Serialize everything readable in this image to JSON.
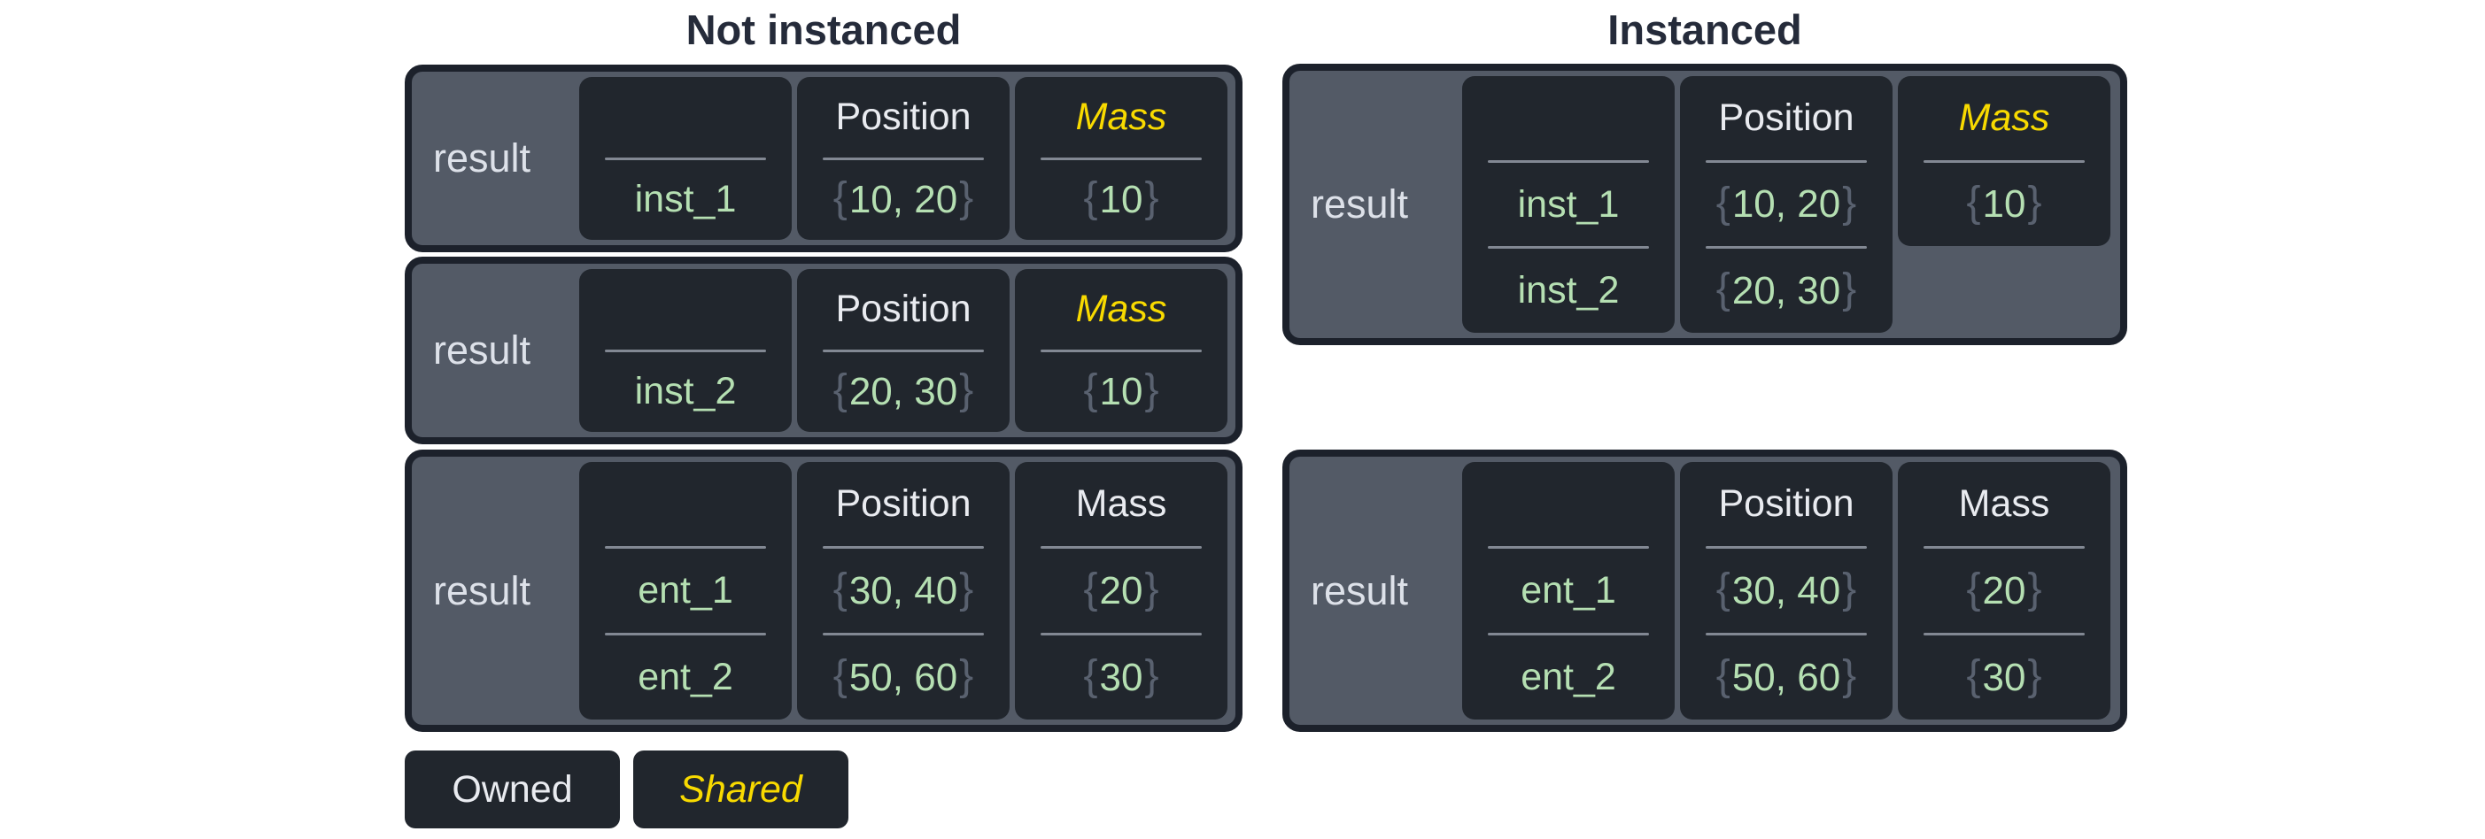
{
  "titles": {
    "left": "Not instanced",
    "right": "Instanced"
  },
  "left": {
    "table1": {
      "result": "result",
      "entity": "inst_1",
      "position": {
        "header": "Position",
        "open": "{",
        "value": "10, 20",
        "close": "}"
      },
      "mass": {
        "header": "Mass",
        "open": "{",
        "value": "10",
        "close": "}"
      }
    },
    "table2": {
      "result": "result",
      "entity": "inst_2",
      "position": {
        "header": "Position",
        "open": "{",
        "value": "20, 30",
        "close": "}"
      },
      "mass": {
        "header": "Mass",
        "open": "{",
        "value": "10",
        "close": "}"
      }
    },
    "table3": {
      "result": "result",
      "entity1": "ent_1",
      "entity2": "ent_2",
      "position": {
        "header": "Position",
        "v1": {
          "open": "{",
          "value": "30, 40",
          "close": "}"
        },
        "v2": {
          "open": "{",
          "value": "50, 60",
          "close": "}"
        }
      },
      "mass": {
        "header": "Mass",
        "v1": {
          "open": "{",
          "value": "20",
          "close": "}"
        },
        "v2": {
          "open": "{",
          "value": "30",
          "close": "}"
        }
      }
    }
  },
  "right": {
    "table1": {
      "result": "result",
      "entity1": "inst_1",
      "entity2": "inst_2",
      "position": {
        "header": "Position",
        "v1": {
          "open": "{",
          "value": "10, 20",
          "close": "}"
        },
        "v2": {
          "open": "{",
          "value": "20, 30",
          "close": "}"
        }
      },
      "mass": {
        "header": "Mass",
        "v1": {
          "open": "{",
          "value": "10",
          "close": "}"
        }
      }
    },
    "table2": {
      "result": "result",
      "entity1": "ent_1",
      "entity2": "ent_2",
      "position": {
        "header": "Position",
        "v1": {
          "open": "{",
          "value": "30, 40",
          "close": "}"
        },
        "v2": {
          "open": "{",
          "value": "50, 60",
          "close": "}"
        }
      },
      "mass": {
        "header": "Mass",
        "v1": {
          "open": "{",
          "value": "20",
          "close": "}"
        },
        "v2": {
          "open": "{",
          "value": "30",
          "close": "}"
        }
      }
    }
  },
  "legend": {
    "owned": "Owned",
    "shared": "Shared"
  },
  "colors": {
    "shared_accent": "#f8da00",
    "value_green": "#b5dfb2",
    "brace_gray": "#59616f",
    "panel_slate": "#535a66",
    "cell_dark": "#21262d",
    "border_dark": "#1c212b"
  }
}
